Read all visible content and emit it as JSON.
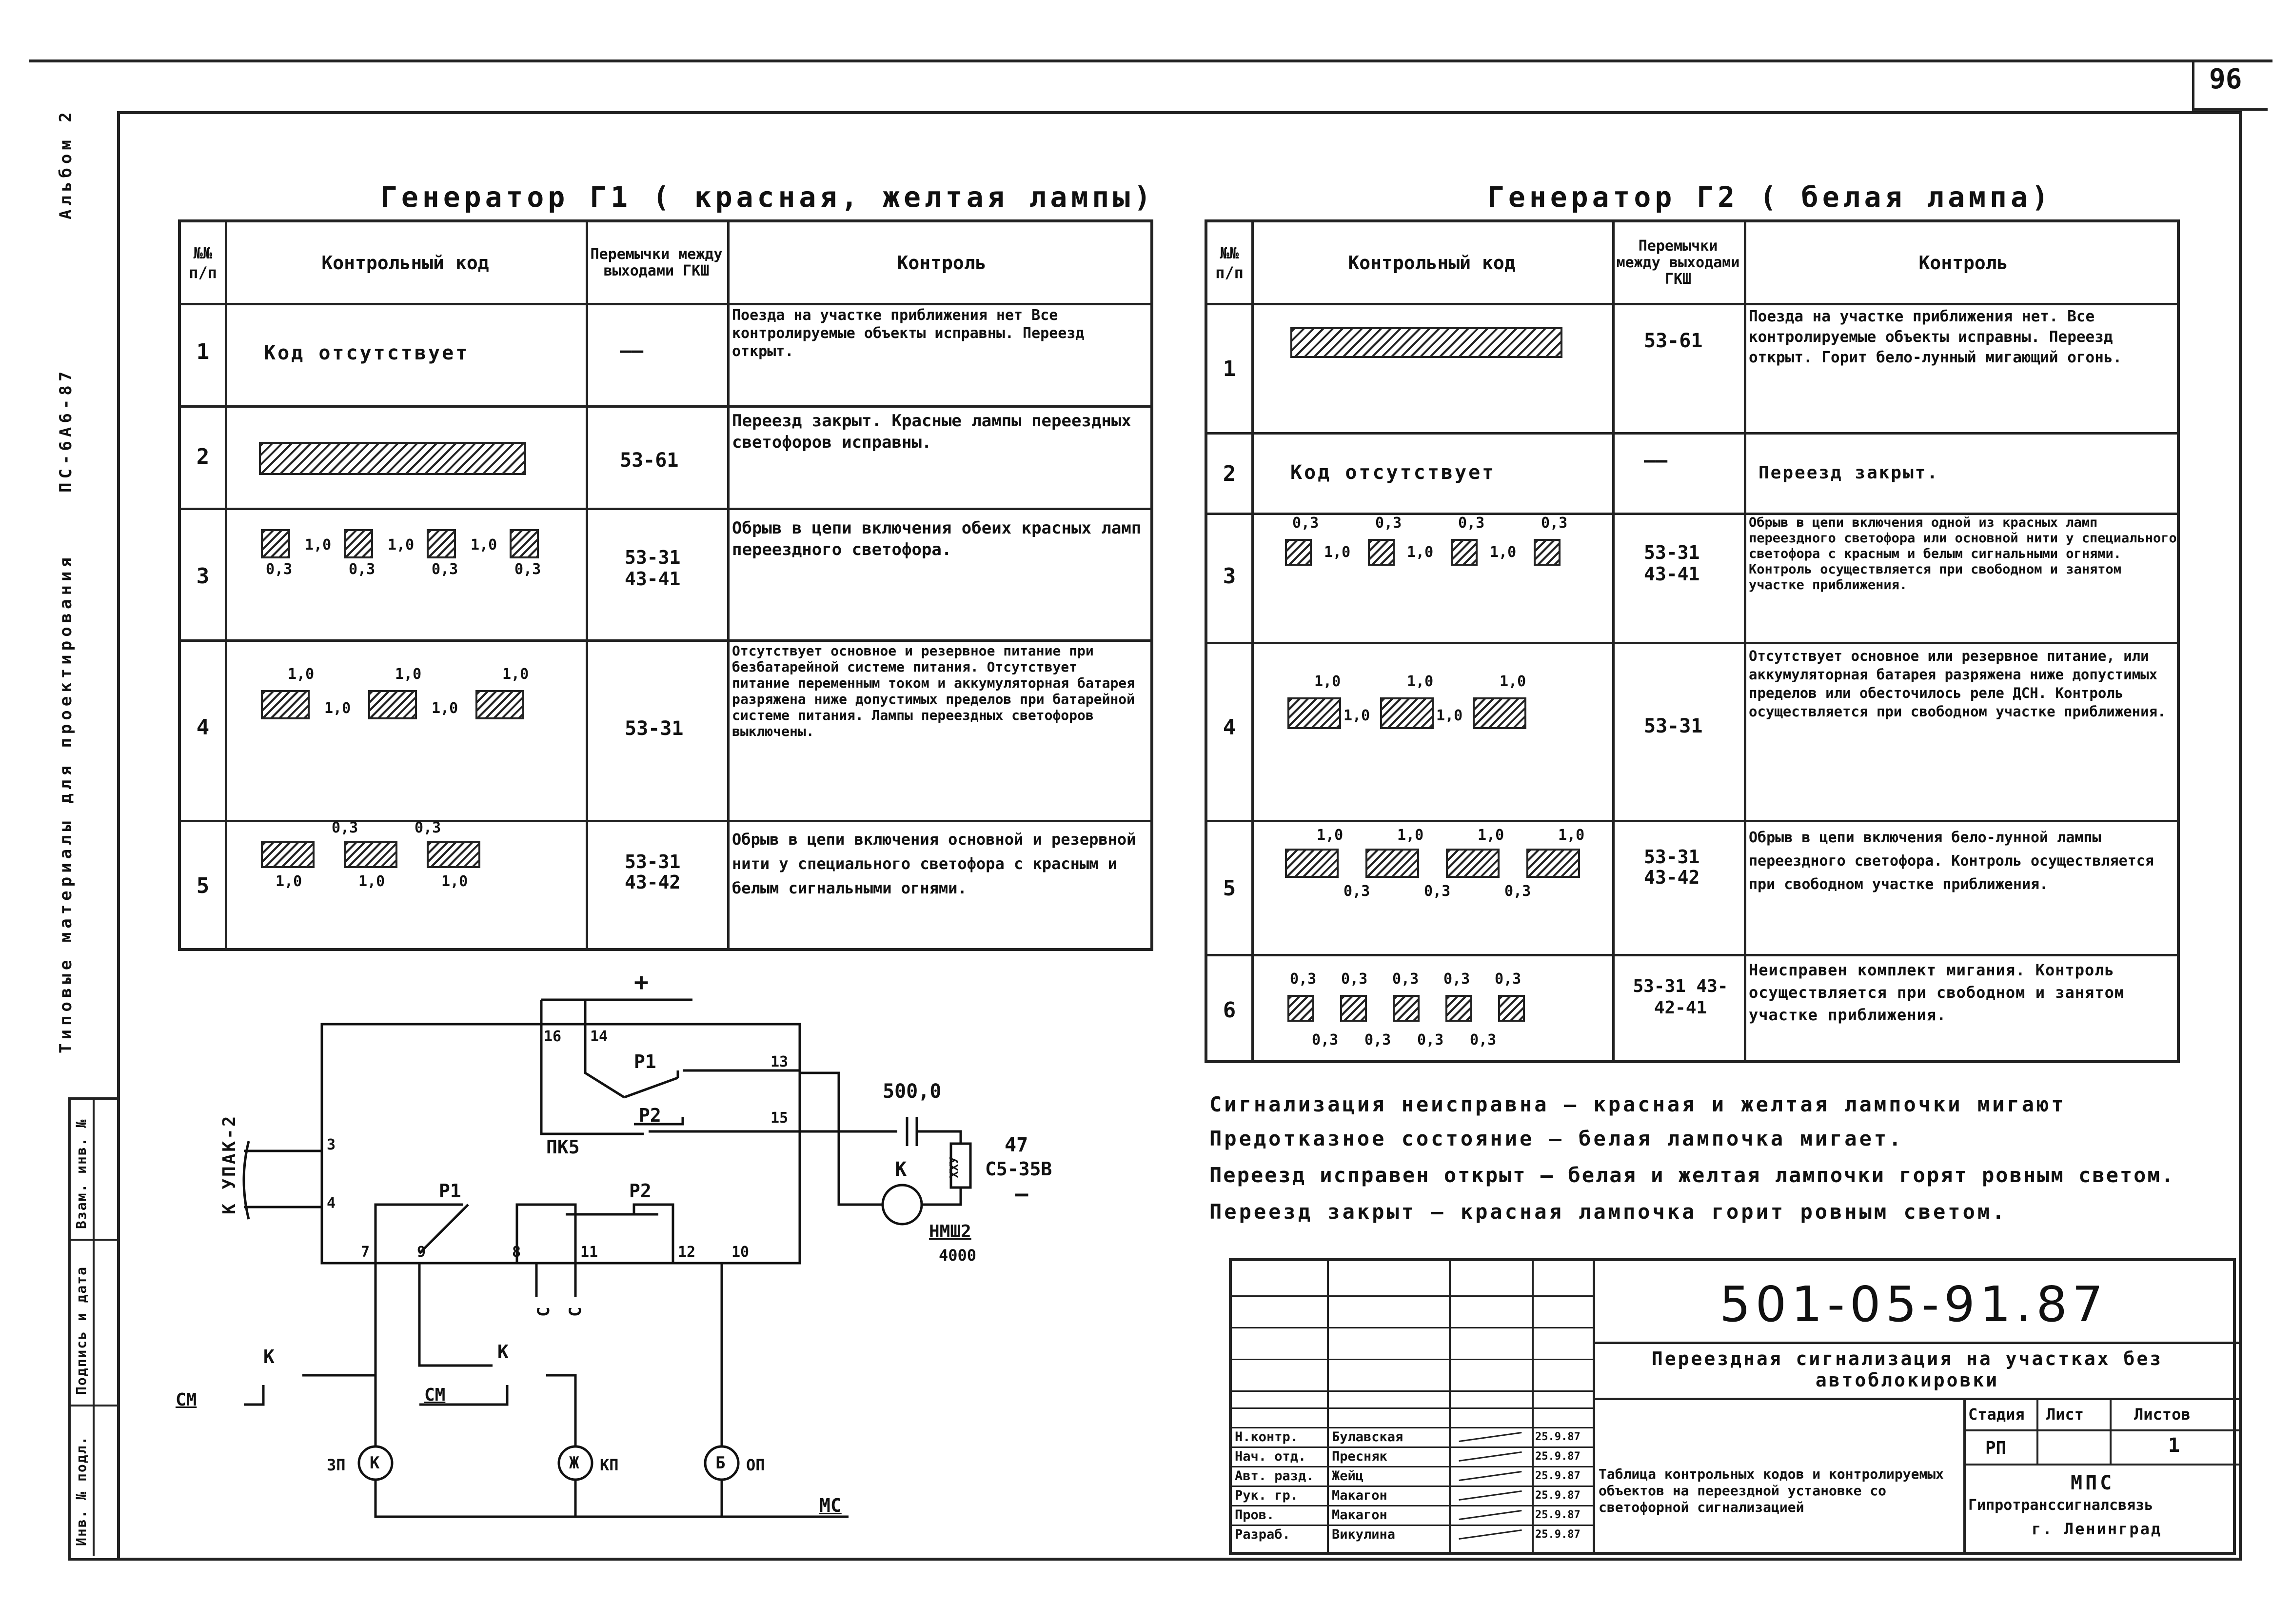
{
  "page_number": "96",
  "side_titles": {
    "album": "Альбом 2",
    "series": "ПС-6А6-87",
    "typical": "Типовые материалы для проектирования",
    "stamp_cells": [
      "Взам. инв. №",
      "Подпись и дата",
      "Инв. № подл."
    ]
  },
  "table_g1": {
    "title": "Генератор Г1 ( красная, желтая лампы)",
    "headers": [
      "№№ п/п",
      "Контрольный код",
      "Перемычки между выходами ГКШ",
      "Контроль"
    ],
    "rows": [
      {
        "n": "1",
        "code": "Код отсутствует",
        "jumpers": "——",
        "control": "Поезда на участке приближения нет Все контролируемые объекты исправны. Переезд открыт."
      },
      {
        "n": "2",
        "code": "",
        "jumpers": "53-61",
        "control": "Переезд закрыт. Красные лампы переездных светофоров исправны."
      },
      {
        "n": "3",
        "code": "",
        "jumpers": "53-31 43-41",
        "control": "Обрыв в цепи включения обеих красных ламп переездного светофора."
      },
      {
        "n": "4",
        "code": "",
        "jumpers": "53-31",
        "control": "Отсутствует основное и резервное питание при безбатарейной системе питания. Отсутствует питание переменным током и аккумуляторная батарея разряжена ниже допустимых пределов при батарейной системе питания. Лампы переездных светофоров выключены."
      },
      {
        "n": "5",
        "code": "",
        "jumpers": "53-31 43-42",
        "control": "Обрыв в цепи включения основной и резервной нити у специального светофора с красным и белым сигнальными огнями."
      }
    ],
    "code_labels": {
      "r3_top": [
        "1,0",
        "1,0",
        "1,0"
      ],
      "r3_bottom": [
        "0,3",
        "0,3",
        "0,3",
        "0,3"
      ],
      "r4_top": [
        "1,0",
        "1,0",
        "1,0"
      ],
      "r4_mid": [
        "1,0",
        "1,0"
      ],
      "r5_top": [
        "0,3",
        "0,3"
      ],
      "r5_bottom": [
        "1,0",
        "1,0",
        "1,0"
      ]
    }
  },
  "table_g2": {
    "title": "Генератор Г2 ( белая лампа)",
    "headers": [
      "№№ п/п",
      "Контрольный код",
      "Перемычки между выходами ГКШ",
      "Контроль"
    ],
    "rows": [
      {
        "n": "1",
        "code": "",
        "jumpers": "53-61",
        "control": "Поезда на участке приближения нет. Все контролируемые объекты исправны. Переезд открыт. Горит бело-лунный мигающий огонь."
      },
      {
        "n": "2",
        "code": "Код отсутствует",
        "jumpers": "——",
        "control": "Переезд закрыт."
      },
      {
        "n": "3",
        "code": "",
        "jumpers": "53-31 43-41",
        "control": "Обрыв в цепи включения одной из красных ламп переездного светофора или основной нити у специального светофора с красным и белым сигнальными огнями. Контроль осуществляется при свободном и занятом участке приближения."
      },
      {
        "n": "4",
        "code": "",
        "jumpers": "53-31",
        "control": "Отсутствует основное или резервное питание, или аккумуляторная батарея разряжена ниже допустимых пределов или обесточилось реле ДСН. Контроль осуществляется при свободном участке приближения."
      },
      {
        "n": "5",
        "code": "",
        "jumpers": "53-31 43-42",
        "control": "Обрыв в цепи включения бело-лунной лампы переездного светофора. Контроль осуществляется при свободном участке приближения."
      },
      {
        "n": "6",
        "code": "",
        "jumpers": "53-31 43-42-41",
        "control": "Неисправен комплект мигания. Контроль осуществляется при свободном и занятом участке приближения."
      }
    ],
    "code_labels": {
      "r3_top": [
        "0,3",
        "0,3",
        "0,3",
        "0,3"
      ],
      "r3_mid": [
        "1,0",
        "1,0",
        "1,0"
      ],
      "r4_top": [
        "1,0",
        "1,0",
        "1,0"
      ],
      "r4_mid": [
        "1,0",
        "1,0"
      ],
      "r5_top": [
        "1,0",
        "1,0",
        "1,0",
        "1,0"
      ],
      "r5_bottom": [
        "0,3",
        "0,3",
        "0,3"
      ],
      "r6_top": [
        "0,3",
        "0,3",
        "0,3",
        "0,3",
        "0,3"
      ],
      "r6_bottom": [
        "0,3",
        "0,3",
        "0,3",
        "0,3"
      ]
    }
  },
  "notes": [
    "Сигнализация неисправна — красная и желтая лампочки мигают",
    "Предотказное состояние — белая лампочка мигает.",
    "Переезд исправен открыт — белая и желтая лампочки горят ровным светом.",
    "Переезд закрыт — красная лампочка горит ровным светом."
  ],
  "circuit": {
    "plus": "+",
    "minus": "−",
    "pk5": "ПК5",
    "p1": "Р1",
    "p2": "Р2",
    "pins": [
      "16",
      "14",
      "13",
      "15",
      "3",
      "4",
      "7",
      "9",
      "8",
      "11",
      "12",
      "10"
    ],
    "capacitor": "500,0",
    "resistor_value": "47",
    "resistor_type": "С5-35В",
    "resistor_label": "ХХУ",
    "k_relay": "К",
    "k_model": "НМШ2",
    "k_model_value": "4000",
    "kupak": "К УПАК-2",
    "cm": "СМ",
    "ms": "МС",
    "c": "С",
    "k": "К",
    "lamps": [
      {
        "symbol": "К",
        "label": "ЗП"
      },
      {
        "symbol": "Ж",
        "label": "КП"
      },
      {
        "symbol": "Б",
        "label": "ОП"
      }
    ]
  },
  "title_block": {
    "code": "501-05-91.87",
    "title": "Переездная сигнализация на участках без автоблокировки",
    "sheet_desc": "Таблица контрольных кодов и контролируемых объектов на переездной установке со светофорной сигнализацией",
    "stage_label": "Стадия",
    "sheet_label": "Лист",
    "sheets_label": "Листов",
    "stage": "РП",
    "sheet": "",
    "sheets": "1",
    "org1": "МПС",
    "org2": "Гипротранссигналсвязь",
    "city": "г. Ленинград",
    "people": [
      {
        "role": "Н.контр.",
        "name": "Булавская",
        "date": "25.9.87"
      },
      {
        "role": "Нач. отд.",
        "name": "Пресняк",
        "date": "25.9.87"
      },
      {
        "role": "Авт. разд.",
        "name": "Жейц",
        "date": "25.9.87"
      },
      {
        "role": "Рук. гр.",
        "name": "Макагон",
        "date": "25.9.87"
      },
      {
        "role": "Пров.",
        "name": "Макагон",
        "date": "25.9.87"
      },
      {
        "role": "Разраб.",
        "name": "Викулина",
        "date": "25.9.87"
      }
    ]
  }
}
